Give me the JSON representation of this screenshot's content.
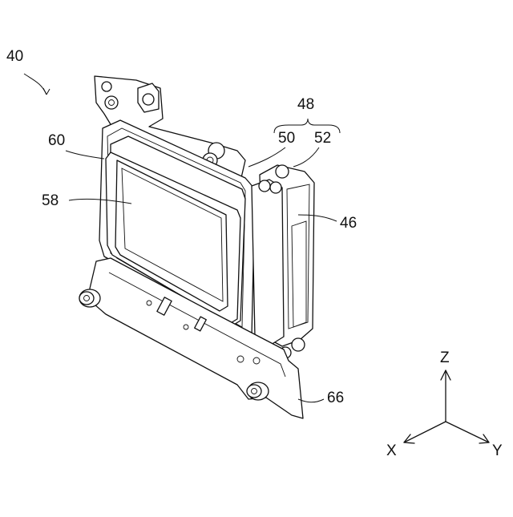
{
  "figure": {
    "labels": {
      "assembly": "40",
      "stage_pair": "48",
      "part_50": "50",
      "part_52": "52",
      "sensor_holder": "60",
      "image_sensor": "58",
      "part_46": "46",
      "base_plate": "66"
    },
    "axes": {
      "z": "Z",
      "x": "X",
      "y": "Y"
    }
  }
}
